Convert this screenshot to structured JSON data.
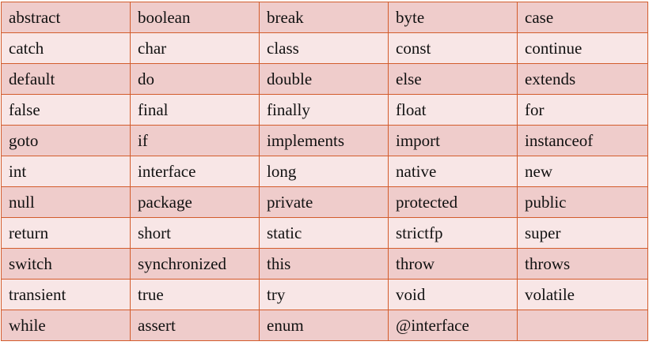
{
  "keyword_table": {
    "rows": [
      [
        "abstract",
        "boolean",
        "break",
        "byte",
        "case"
      ],
      [
        "catch",
        "char",
        "class",
        "const",
        "continue"
      ],
      [
        "default",
        "do",
        "double",
        "else",
        "extends"
      ],
      [
        "false",
        "final",
        "finally",
        "float",
        "for"
      ],
      [
        "goto",
        "if",
        "implements",
        "import",
        "instanceof"
      ],
      [
        "int",
        "interface",
        "long",
        "native",
        "new"
      ],
      [
        "null",
        "package",
        "private",
        "protected",
        "public"
      ],
      [
        "return",
        "short",
        "static",
        "strictfp",
        "super"
      ],
      [
        "switch",
        "synchronized",
        "this",
        "throw",
        "throws"
      ],
      [
        "transient",
        "true",
        "try",
        "void",
        "volatile"
      ],
      [
        "while",
        "assert",
        "enum",
        "@interface",
        ""
      ]
    ],
    "colors": {
      "border": "#d35c2c",
      "row_dark": "#efcccb",
      "row_light": "#f8e6e6",
      "text": "#111111"
    }
  }
}
